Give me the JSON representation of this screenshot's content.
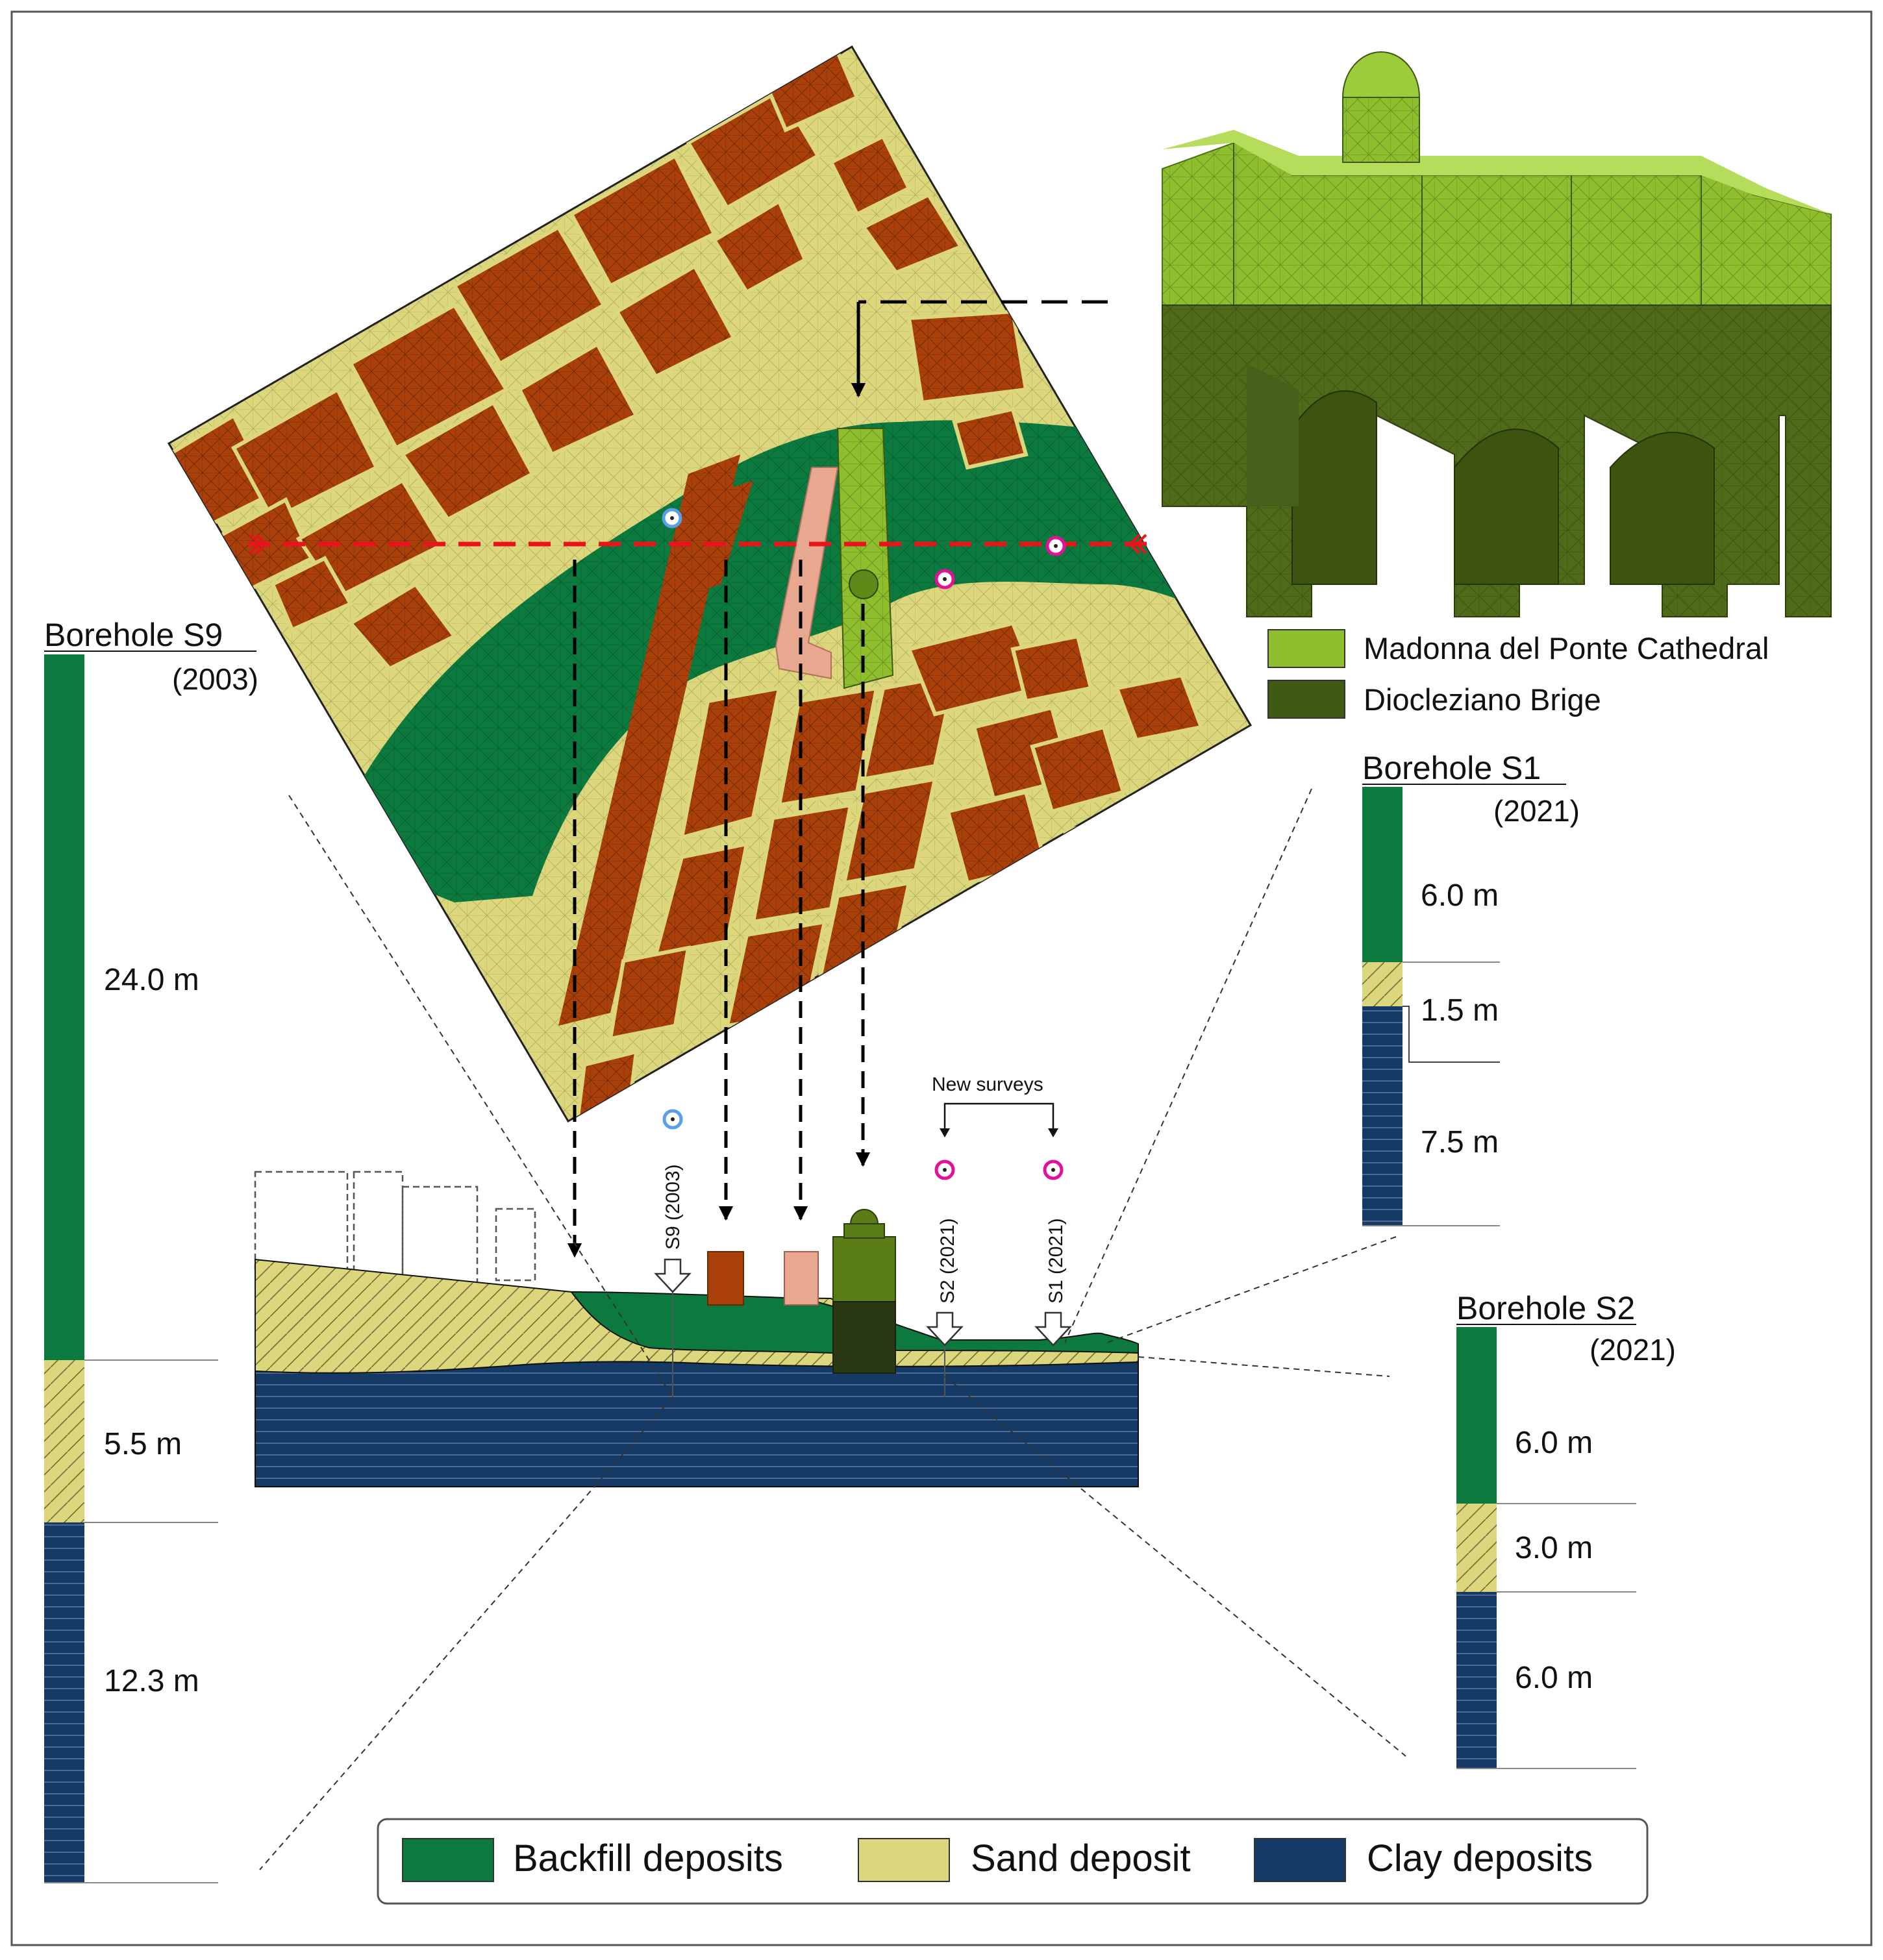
{
  "colors": {
    "backfill": "#0c7a3e",
    "sand": "#dcd77c",
    "clay": "#163a66",
    "building": "#a9400a",
    "bridge_pink": "#e8a890",
    "cathedral": "#8ebe2e",
    "bridge": "#3f5a14",
    "marker_blue": "#5aa0e6",
    "marker_magenta": "#e0129a",
    "section_line": "#e8141c"
  },
  "legend_structures": [
    {
      "key": "cathedral",
      "label": "Madonna del Ponte Cathedral"
    },
    {
      "key": "bridge",
      "label": "Diocleziano Brige"
    }
  ],
  "legend_soils": [
    {
      "key": "backfill",
      "label": "Backfill deposits"
    },
    {
      "key": "sand",
      "label": "Sand deposit"
    },
    {
      "key": "clay",
      "label": "Clay deposits"
    }
  ],
  "boreholes": {
    "s9": {
      "title": "Borehole S9",
      "year": "(2003)",
      "layers": [
        {
          "soil": "backfill",
          "thickness": "24.0 m"
        },
        {
          "soil": "sand",
          "thickness": "5.5 m"
        },
        {
          "soil": "clay",
          "thickness": "12.3 m"
        }
      ]
    },
    "s1": {
      "title": "Borehole S1",
      "year": "(2021)",
      "layers": [
        {
          "soil": "backfill",
          "thickness": "6.0 m"
        },
        {
          "soil": "sand",
          "thickness": "1.5 m"
        },
        {
          "soil": "clay",
          "thickness": "7.5 m"
        }
      ]
    },
    "s2": {
      "title": "Borehole S2",
      "year": "(2021)",
      "layers": [
        {
          "soil": "backfill",
          "thickness": "6.0 m"
        },
        {
          "soil": "sand",
          "thickness": "3.0 m"
        },
        {
          "soil": "clay",
          "thickness": "6.0 m"
        }
      ]
    }
  },
  "section": {
    "new_surveys": "New surveys",
    "survey_labels": [
      "S9 (2003)",
      "S2 (2021)",
      "S1 (2021)"
    ]
  }
}
